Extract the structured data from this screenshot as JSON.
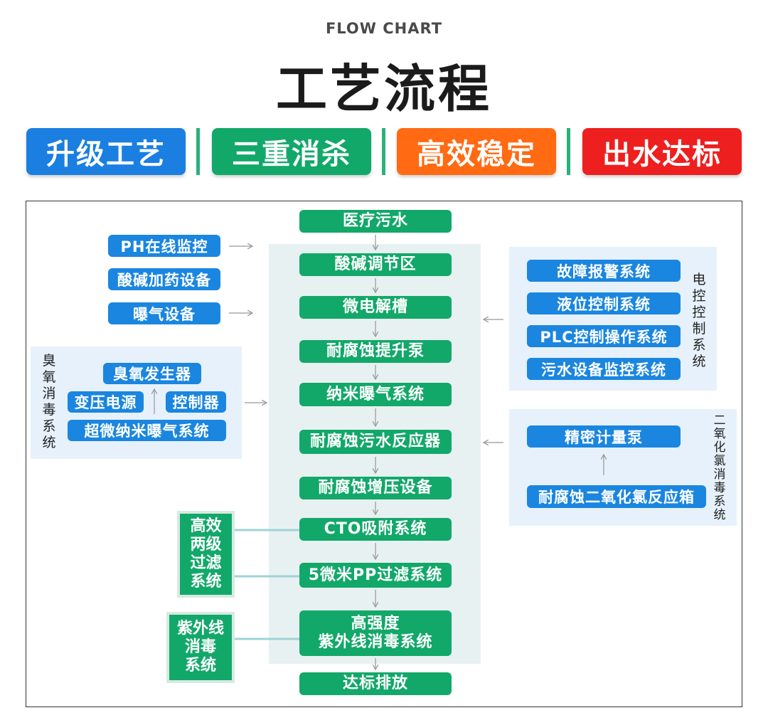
{
  "header": {
    "subtitle": "FLOW CHART",
    "title": "工艺流程"
  },
  "tags": [
    {
      "label": "升级工艺",
      "color": "#1a7fe0"
    },
    {
      "label": "三重消杀",
      "color": "#12a86a"
    },
    {
      "label": "高效稳定",
      "color": "#ff6a12"
    },
    {
      "label": "出水达标",
      "color": "#ee1f1f"
    }
  ],
  "main_flow": [
    "医疗污水",
    "酸碱调节区",
    "微电解槽",
    "耐腐蚀提升泵",
    "纳米曝气系统",
    "耐腐蚀污水反应器",
    "耐腐蚀增压设备",
    "CTO吸附系统",
    "5微米PP过滤系统",
    "高强度\n紫外线消毒系统",
    "达标排放"
  ],
  "left_devices": [
    "PH在线监控",
    "酸碱加药设备",
    "曝气设备"
  ],
  "ozone_system": {
    "label": "臭氧消毒系统",
    "generator": "臭氧发生器",
    "power": "变压电源",
    "controller": "控制器",
    "aeration": "超微纳米曝气系统"
  },
  "filter_system": {
    "label": "高效\n两级\n过滤\n系统"
  },
  "uv_system": {
    "label": "紫外线\n消毒\n系统"
  },
  "electric_control": {
    "label": "电控控制系统",
    "items": [
      "故障报警系统",
      "液位控制系统",
      "PLC控制操作系统",
      "污水设备监控系统"
    ]
  },
  "chlorine_system": {
    "label": "二氧化氯消毒系统",
    "pump": "精密计量泵",
    "reactor": "耐腐蚀二氧化氯反应箱"
  },
  "colors": {
    "green": "#12a86a",
    "blue": "#1a86e0",
    "panel": "#e6f1fb"
  }
}
